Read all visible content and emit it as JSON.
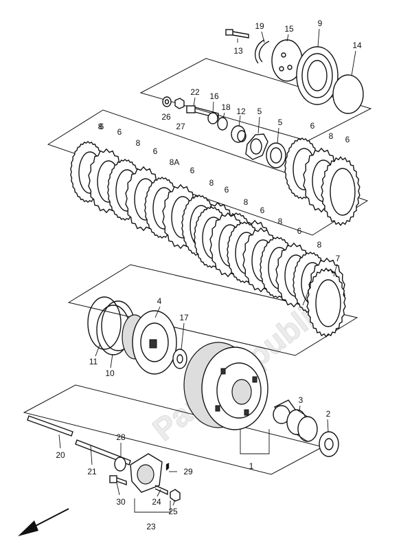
{
  "watermark": "PartsRepublik",
  "callouts": [
    {
      "id": "c1",
      "text": "1"
    },
    {
      "id": "c2",
      "text": "2"
    },
    {
      "id": "c3",
      "text": "3"
    },
    {
      "id": "c4",
      "text": "4"
    },
    {
      "id": "c5a",
      "text": "5"
    },
    {
      "id": "c5b",
      "text": "5"
    },
    {
      "id": "c6a",
      "text": "6"
    },
    {
      "id": "c6b",
      "text": "6"
    },
    {
      "id": "c6c",
      "text": "6"
    },
    {
      "id": "c6d",
      "text": "6"
    },
    {
      "id": "c6e",
      "text": "6"
    },
    {
      "id": "c6f",
      "text": "6"
    },
    {
      "id": "c6g",
      "text": "6"
    },
    {
      "id": "c6h",
      "text": "6"
    },
    {
      "id": "c6i",
      "text": "6"
    },
    {
      "id": "c7",
      "text": "7"
    },
    {
      "id": "c8a",
      "text": "8"
    },
    {
      "id": "c8b",
      "text": "8"
    },
    {
      "id": "c8c",
      "text": "8"
    },
    {
      "id": "c8d",
      "text": "8"
    },
    {
      "id": "c8e",
      "text": "8"
    },
    {
      "id": "c8f",
      "text": "8"
    },
    {
      "id": "c8g",
      "text": "8"
    },
    {
      "id": "c8h",
      "text": "8"
    },
    {
      "id": "c8A",
      "text": "8A"
    },
    {
      "id": "c9",
      "text": "9"
    },
    {
      "id": "c10",
      "text": "10"
    },
    {
      "id": "c11",
      "text": "11"
    },
    {
      "id": "c12",
      "text": "12"
    },
    {
      "id": "c13",
      "text": "13"
    },
    {
      "id": "c14",
      "text": "14"
    },
    {
      "id": "c15",
      "text": "15"
    },
    {
      "id": "c16",
      "text": "16"
    },
    {
      "id": "c17",
      "text": "17"
    },
    {
      "id": "c18",
      "text": "18"
    },
    {
      "id": "c19",
      "text": "19"
    },
    {
      "id": "c20",
      "text": "20"
    },
    {
      "id": "c21",
      "text": "21"
    },
    {
      "id": "c22",
      "text": "22"
    },
    {
      "id": "c23",
      "text": "23"
    },
    {
      "id": "c24",
      "text": "24"
    },
    {
      "id": "c25",
      "text": "25"
    },
    {
      "id": "c26",
      "text": "26"
    },
    {
      "id": "c27",
      "text": "27"
    },
    {
      "id": "c28",
      "text": "28"
    },
    {
      "id": "c29",
      "text": "29"
    },
    {
      "id": "c30",
      "text": "30"
    }
  ]
}
